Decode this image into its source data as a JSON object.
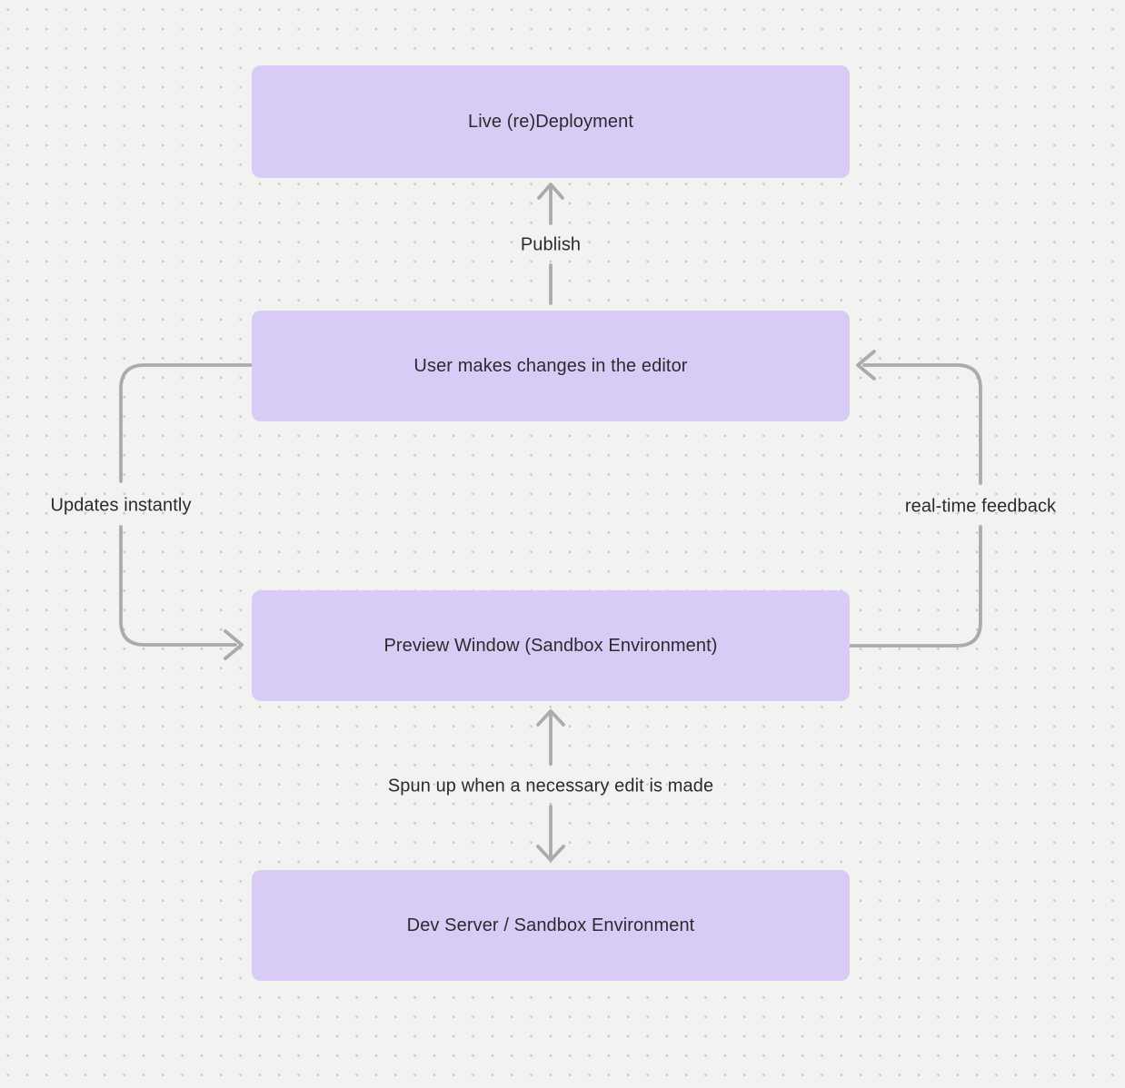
{
  "diagram": {
    "nodes": [
      {
        "id": "live-deployment",
        "label": "Live (re)Deployment"
      },
      {
        "id": "editor",
        "label": "User makes changes in the editor"
      },
      {
        "id": "preview-window",
        "label": "Preview Window (Sandbox Environment)"
      },
      {
        "id": "dev-server",
        "label": "Dev Server / Sandbox Environment"
      }
    ],
    "edges": [
      {
        "id": "publish",
        "label": "Publish",
        "from": "editor",
        "to": "live-deployment",
        "style": "straight-up"
      },
      {
        "id": "updates-instantly",
        "label": "Updates instantly",
        "from": "editor",
        "to": "preview-window",
        "style": "left-loop"
      },
      {
        "id": "real-time-feedback",
        "label": "real-time feedback",
        "from": "preview-window",
        "to": "editor",
        "style": "right-loop"
      },
      {
        "id": "spun-up",
        "label": "Spun up when a necessary edit is made",
        "from": "preview-window",
        "to": "dev-server",
        "style": "bidirectional"
      }
    ],
    "colors": {
      "node_fill": "#d8ccf7",
      "background": "#f2f2f1",
      "dot_grid": "#c7c7c5",
      "arrow": "#ababab",
      "text": "#2b2b2d"
    }
  }
}
